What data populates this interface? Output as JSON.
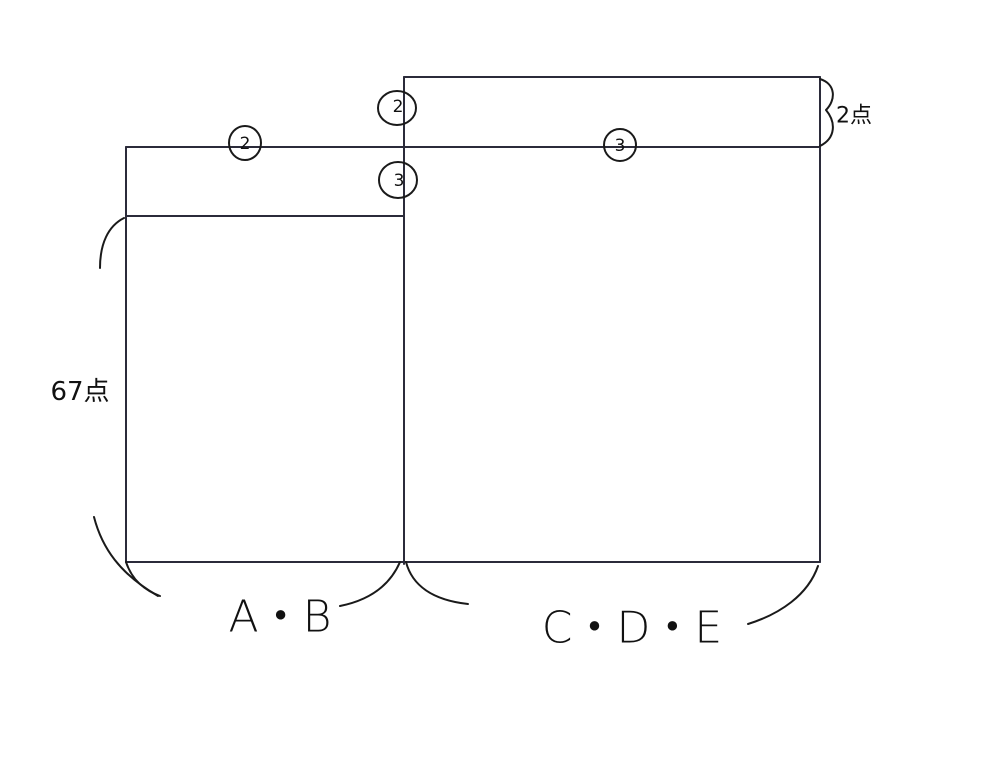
{
  "markers": {
    "m1": "2",
    "m2": "2",
    "m3": "3",
    "m4": "3"
  },
  "labels": {
    "left_height": "67点",
    "right_step": "2点",
    "left_group": "A・B",
    "right_group": "C・D・E"
  },
  "colors": {
    "line": "#2b2b3a",
    "ink": "#111111"
  }
}
